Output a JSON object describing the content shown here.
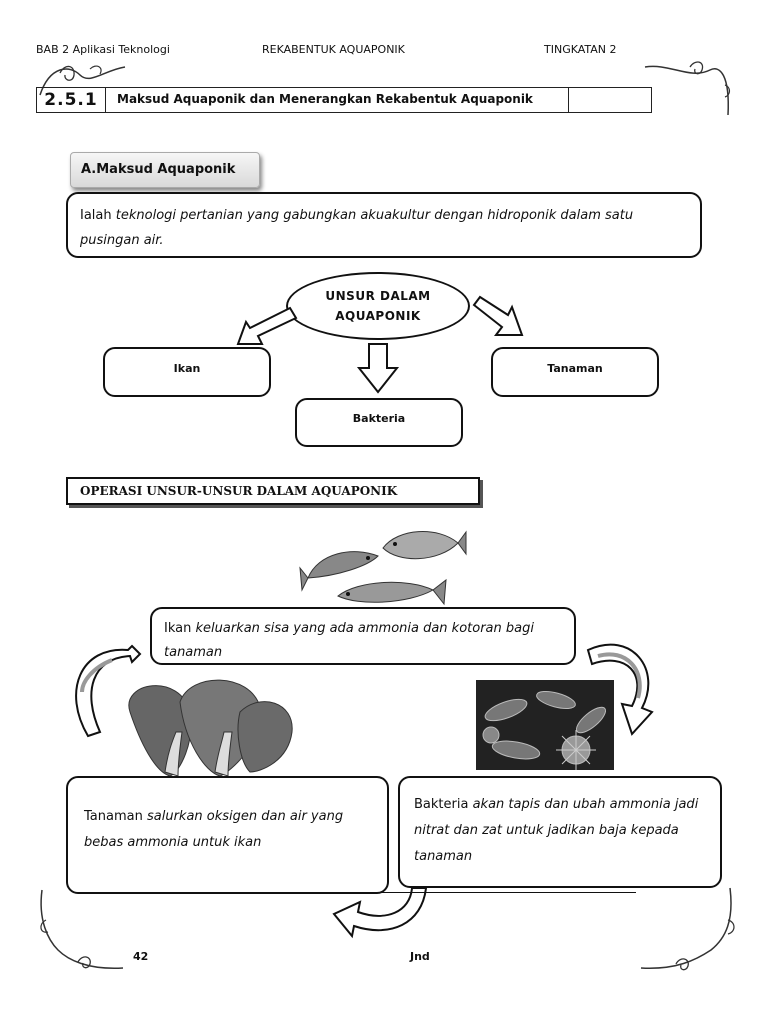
{
  "header": {
    "left": "BAB 2 Aplikasi Teknologi",
    "center": "REKABENTUK AQUAPONIK",
    "right": "TINGKATAN 2"
  },
  "section": {
    "number": "2.5.1",
    "title": "Maksud Aquaponik dan Menerangkan Rekabentuk Aquaponik"
  },
  "part_a": {
    "tab_label": "A.Maksud Aquaponik",
    "definition_lead": "Ialah",
    "definition_text": "teknologi pertanian yang gabungkan akuakultur dengan hidroponik dalam satu pusingan air."
  },
  "diagram": {
    "center": "UNSUR DALAM AQUAPONIK",
    "nodes": [
      "Ikan",
      "Bakteria",
      "Tanaman"
    ]
  },
  "operations": {
    "heading": "OPERASI UNSUR-UNSUR DALAM AQUAPONIK",
    "fish_lead": "Ikan",
    "fish_text": "keluarkan sisa yang ada ammonia dan kotoran bagi tanaman",
    "plant_lead": "Tanaman",
    "plant_text": "salurkan oksigen dan air yang bebas ammonia untuk ikan",
    "bacteria_lead": "Bakteria",
    "bacteria_text": "akan tapis dan ubah ammonia jadi nitrat dan zat untuk jadikan baja kepada tanaman"
  },
  "footer": {
    "page_number": "42",
    "initials": "Jnd"
  }
}
